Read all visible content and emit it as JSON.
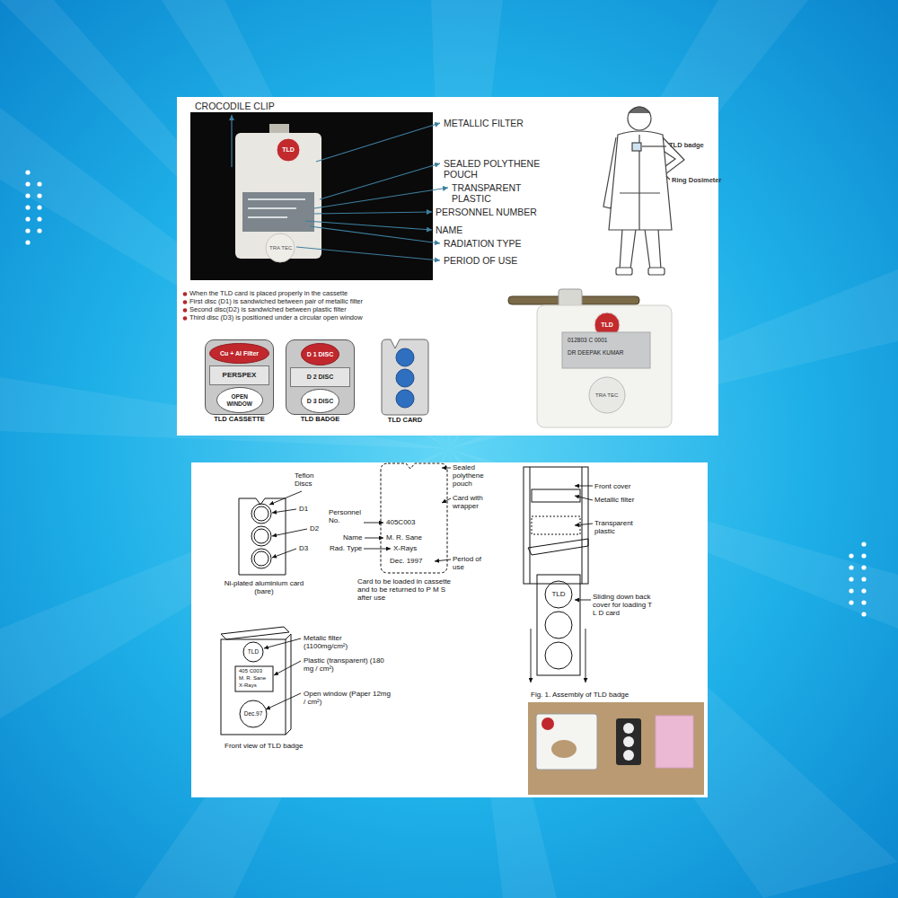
{
  "diagram": {
    "nodes": [
      {
        "text": [
          "TLD CASSETTE"
        ]
      },
      {
        "text": [
          "Cu + Al Filter"
        ],
        "in": 0
      },
      {
        "text": [
          "PERSPEX"
        ],
        "in": 0
      },
      {
        "text": [
          "OPEN WINDOW"
        ],
        "in": 0
      },
      {
        "text": [
          "TLD BADGE"
        ]
      },
      {
        "text": [
          "D 1 DISC"
        ],
        "in": 4
      },
      {
        "text": [
          "D 2 DISC"
        ],
        "in": 4
      },
      {
        "text": [
          "D 3 DISC"
        ],
        "in": 4
      },
      {
        "text": [
          "TLD CARD"
        ]
      }
    ],
    "labels": [
      "CROCODILE CLIP",
      "METALLIC FILTER",
      "SEALED POLYTHENE POUCH",
      "TRANSPARENT PLASTIC",
      "PERSONNEL NUMBER",
      "NAME",
      "RADIATION TYPE",
      "PERIOD OF USE",
      "TLD badge",
      "Ring Dosimeter",
      "When the TLD card is placed properly in the cassette",
      "First disc (D1) is sandwiched between pair of metallic filter",
      "Second disc(D2) is sandwiched between plastic filter",
      "Third disc (D3) is positioned under a circular open window",
      "TLD",
      "TRA TEC",
      "TLD",
      "012803 C 0001",
      "DR DEEPAK KUMAR",
      "TRA TEC",
      "Teflon Discs",
      "D1",
      "D2",
      "D3",
      "Ni-plated aluminium card (bare)",
      "Personnel No.",
      "405C003",
      "Name",
      "M. R. Sane",
      "Rad. Type",
      "X-Rays",
      "Dec. 1997",
      "Sealed polythene pouch",
      "Card with wrapper",
      "Period of use",
      "Card to be loaded in cassette and to be returned to P M S after use",
      "Front cover",
      "Metallic filter",
      "Transparent plastic",
      "TLD",
      "Sliding down back cover for loading T L D card",
      "TLD",
      "405 C003",
      "M. R. Sane",
      "X-Rays",
      "Dec.97",
      "Metalic filter (1100mg/cm²)",
      "Plastic (transparent) (180 mg / cm²)",
      "Open window (Paper 12mg / cm²)",
      "Front view of TLD badge",
      "Fig. 1. Assembly of TLD badge"
    ]
  }
}
